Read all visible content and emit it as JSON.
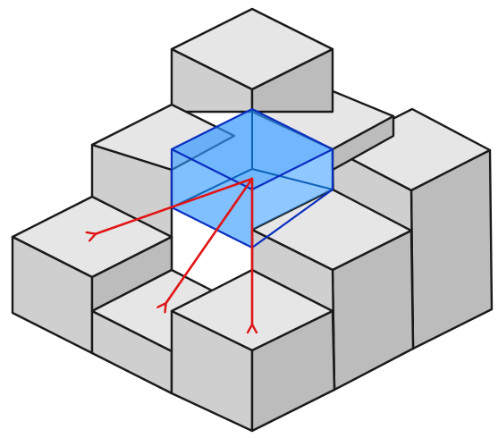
{
  "diagram": {
    "cube_colors": {
      "top": "#e6e6e6",
      "left": "#cfcfcf",
      "right": "#bcbcbc",
      "edge": "#1a1a1a"
    },
    "highlight": {
      "fill": "#3399ff",
      "edge": "#0a2fbf",
      "hidden_edge": "#0e63b8"
    },
    "arrow_color": "#e01515",
    "arrows": [
      {
        "target": "left-lower-block"
      },
      {
        "target": "front-left-step"
      },
      {
        "target": "front-block"
      }
    ]
  }
}
